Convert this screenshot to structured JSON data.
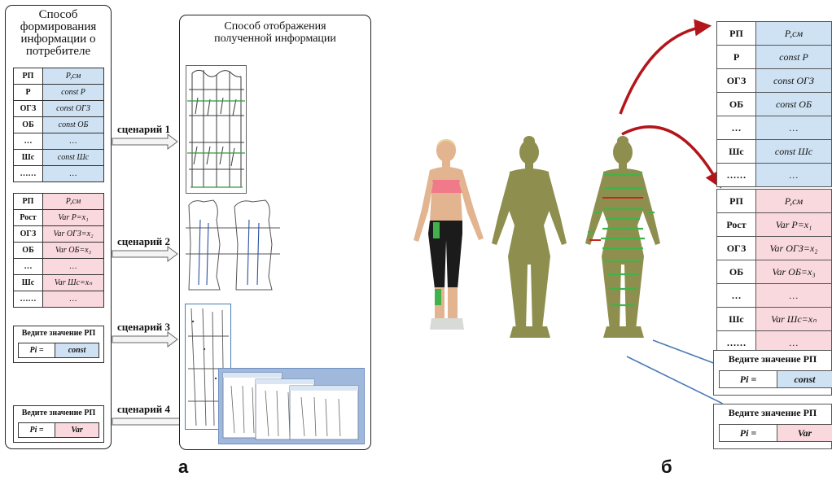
{
  "panel_a": {
    "left_heading": [
      "Способ",
      "формирования",
      "информации о",
      "потребителе"
    ],
    "right_heading": [
      "Способ отображения",
      "полученной информации"
    ],
    "table1": [
      [
        "РП",
        "Р,см"
      ],
      [
        "Р",
        "const P"
      ],
      [
        "ОГЗ",
        "const ОГЗ"
      ],
      [
        "ОБ",
        "const ОБ"
      ],
      [
        "…",
        "…"
      ],
      [
        "Шс",
        "const Шс"
      ],
      [
        "……",
        "…"
      ]
    ],
    "table2": [
      [
        "РП",
        "Р,см"
      ],
      [
        "Рост",
        "Var P=x₁"
      ],
      [
        "ОГЗ",
        "Var ОГЗ=x₂"
      ],
      [
        "ОБ",
        "Var ОБ=x₃"
      ],
      [
        "…",
        "…"
      ],
      [
        "Шс",
        "Var Шс=xₙ"
      ],
      [
        "……",
        "…"
      ]
    ],
    "input1": {
      "title": "Ведите значение РП",
      "label": "Pi =",
      "value": "const"
    },
    "input2": {
      "title": "Ведите значение РП",
      "label": "Pi =",
      "value": "Var"
    },
    "scenarios": [
      "сценарий 1",
      "сценарий 2",
      "сценарий 3",
      "сценарий 4"
    ],
    "letter": "а"
  },
  "panel_b": {
    "table1": [
      [
        "РП",
        "Р,см"
      ],
      [
        "Р",
        "const P"
      ],
      [
        "ОГЗ",
        "const ОГЗ"
      ],
      [
        "ОБ",
        "const ОБ"
      ],
      [
        "…",
        "…"
      ],
      [
        "Шс",
        "const Шс"
      ],
      [
        "……",
        "…"
      ]
    ],
    "table2": [
      [
        "РП",
        "Р,см"
      ],
      [
        "Рост",
        "Var P=x₁"
      ],
      [
        "ОГЗ",
        "Var ОГЗ=x₂"
      ],
      [
        "ОБ",
        "Var ОБ=x₃"
      ],
      [
        "…",
        "…"
      ],
      [
        "Шс",
        "Var Шс=xₙ"
      ],
      [
        "……",
        "…"
      ]
    ],
    "input1": {
      "title": "Ведите значение РП",
      "label": "Pi =",
      "value": "const"
    },
    "input2": {
      "title": "Ведите значение РП",
      "label": "Pi =",
      "value": "Var"
    },
    "letter": "б"
  },
  "colors": {
    "const_cell": "#cfe2f3",
    "var_cell": "#f9d9dd",
    "red_arrow": "#b3151a",
    "blue_arrow": "#4a7bb7",
    "body_olive": "#8e8f4e",
    "stripe_green": "#3fb34a"
  }
}
